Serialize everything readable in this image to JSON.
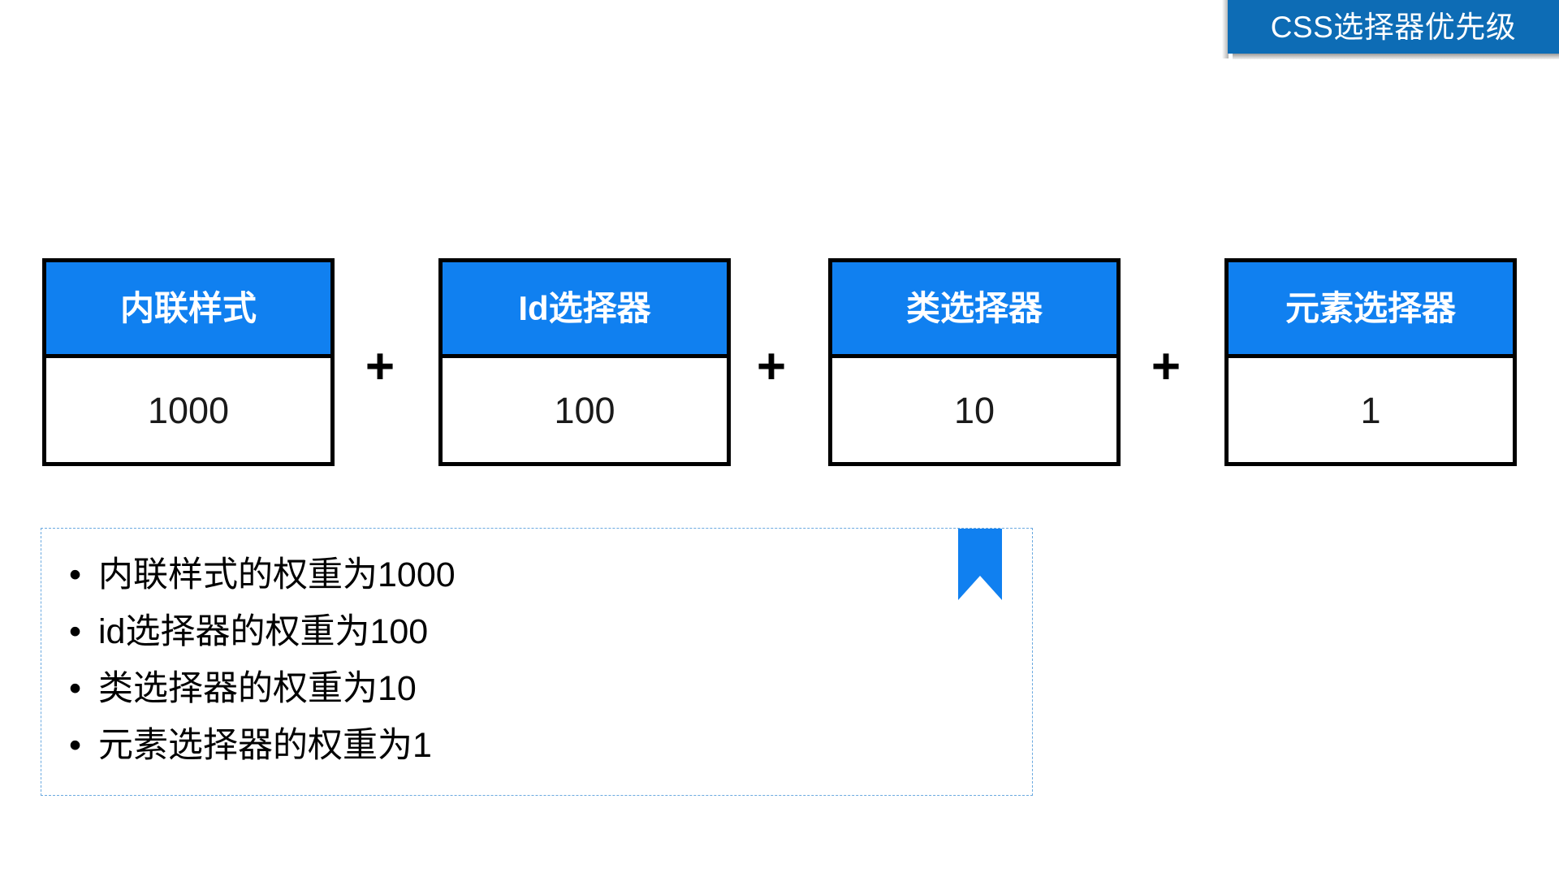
{
  "slide": {
    "title": "CSS选择器优先级",
    "title_bg_color": "#0d6cb5",
    "accent_color": "#1080f0",
    "dashed_border_color": "#6aa9e0"
  },
  "formula": {
    "operator": "+",
    "boxes": [
      {
        "name": "内联样式",
        "weight": "1000"
      },
      {
        "name": "Id选择器",
        "weight": "100"
      },
      {
        "name": "类选择器",
        "weight": "10"
      },
      {
        "name": "元素选择器",
        "weight": "1"
      }
    ]
  },
  "notes": {
    "bullet": "•",
    "items": [
      "内联样式的权重为1000",
      "id选择器的权重为100",
      "类选择器的权重为10",
      "元素选择器的权重为1"
    ]
  },
  "icons": {
    "bookmark": "bookmark-ribbon-icon"
  }
}
